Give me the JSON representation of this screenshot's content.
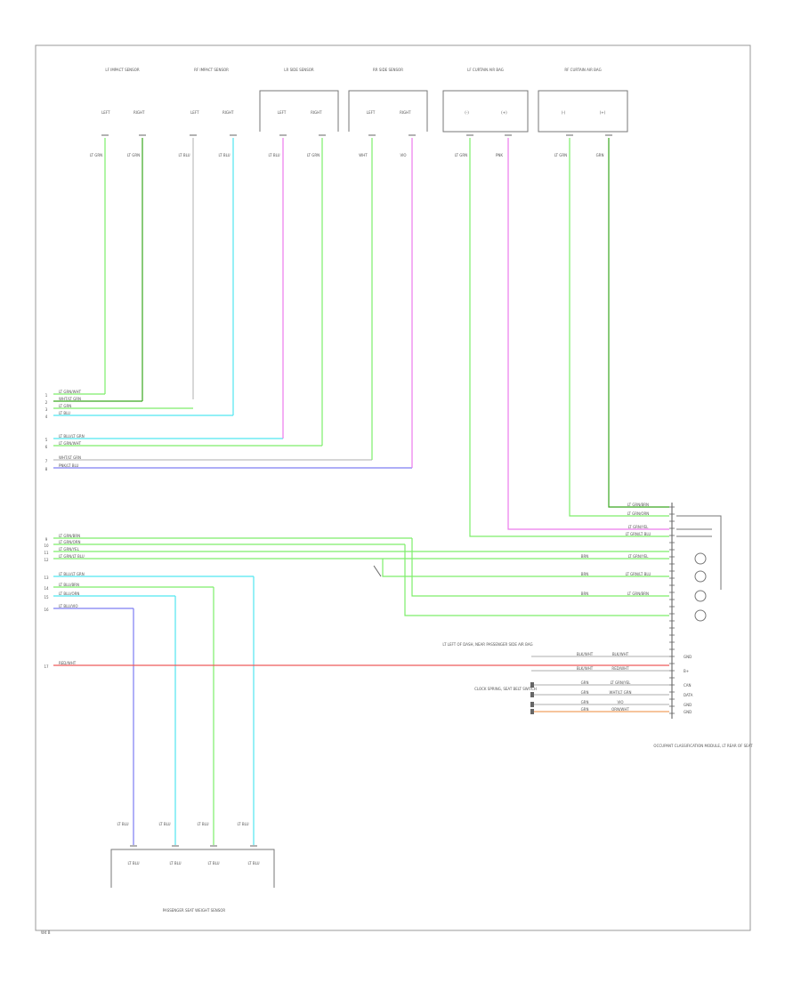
{
  "footer": {
    "code": "W4 B"
  },
  "colors": {
    "green": "#7dee6a",
    "dkgreen": "#3aa820",
    "cyan": "#52e6f0",
    "pink": "#ec7aec",
    "blue": "#7d7df2",
    "red": "#ee5a5a",
    "orange": "#f0a060",
    "gray": "#bdbdbd",
    "box": "#777777"
  },
  "top_modules": [
    {
      "label": "LF IMPACT SENSOR",
      "pins": [
        "LEFT",
        "RIGHT"
      ]
    },
    {
      "label": "RF IMPACT SENSOR",
      "pins": [
        "LEFT",
        "RIGHT"
      ]
    },
    {
      "label": "LR SIDE SENSOR",
      "pins": [
        "LEFT",
        "RIGHT"
      ]
    },
    {
      "label": "RR SIDE SENSOR",
      "pins": [
        "LEFT",
        "RIGHT"
      ]
    },
    {
      "label": "LF CURTAIN AIR BAG",
      "pins": [
        "(-)",
        "(+)"
      ]
    },
    {
      "label": "RF CURTAIN AIR BAG",
      "pins": [
        "(-)",
        "(+)"
      ]
    }
  ],
  "top_wire_labels": [
    "LT GRN",
    "LT GRN",
    "LT BLU",
    "LT BLU",
    "LT BLU",
    "LT GRN",
    "WHT",
    "VIO",
    "LT GRN",
    "PNK",
    "LT GRN",
    "GRN"
  ],
  "left_wire_labels": [
    "LT GRN/WHT",
    "WHT/LT GRN",
    "LT GRN",
    "LT BLU",
    "LT BLU/LT GRN",
    "LT GRN/WHT",
    "WHT/LT GRN",
    "PNK/LT BLU",
    "LT GRN/BRN",
    "LT GRN/ORN",
    "LT GRN/YEL",
    "LT GRN/LT BLU",
    "LT BLU/LT GRN",
    "LT BLU/BRN",
    "LT BLU/ORN",
    "LT BLU/VIO",
    "RED/WHT"
  ],
  "left_pins": [
    "1",
    "2",
    "3",
    "4",
    "5",
    "6",
    "7",
    "8",
    "9",
    "10",
    "11",
    "12",
    "13",
    "14",
    "15",
    "16",
    "17"
  ],
  "right_labels": [
    "LT GRN/BRN",
    "LT GRN/ORN",
    "LT GRN/YEL",
    "LT GRN/LT BLU",
    "LT GRN/YEL",
    "LT GRN/LT BLU",
    "LT GRN/BRN"
  ],
  "right_short_labels": [
    "BRN",
    "BRN",
    "BRN"
  ],
  "lower_right_rows": [
    {
      "left": "BLK/WHT",
      "right": "BLK/WHT",
      "pin": "GND"
    },
    {
      "left": "BLK/WHT",
      "right": "RED/WHT",
      "pin": "B+"
    },
    {
      "left": "GRN",
      "right": "LT GRN/YEL",
      "pin": "CAN"
    },
    {
      "left": "GRN",
      "right": "WHT/LT GRN",
      "pin": "DATA"
    },
    {
      "left": "GRN",
      "right": "VIO",
      "pin": "GND"
    },
    {
      "left": "GRN",
      "right": "ORN/WHT",
      "pin": "GND"
    }
  ],
  "lower_right_note": "LT LEFT OF DASH, NEAR PASSENGER SIDE AIR BAG",
  "lower_right_side_note": "CLOCK SPRING, SEAT BELT SWITCH",
  "module_caption": "OCCUPANT CLASSIFICATION MODULE, LT REAR OF SEAT",
  "bottom_wire_labels": [
    "LT BLU",
    "LT BLU",
    "LT BLU",
    "LT BLU"
  ],
  "bottom_module": {
    "pins": [
      "LT BLU",
      "LT BLU",
      "LT BLU",
      "LT BLU"
    ],
    "caption": "PASSENGER SEAT WEIGHT SENSOR"
  }
}
